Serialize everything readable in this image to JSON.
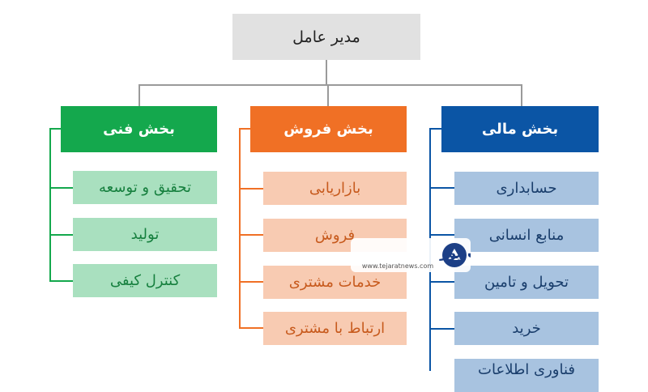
{
  "root": {
    "label": "مدیر عامل"
  },
  "departments": [
    {
      "title": "بخش مالی",
      "items": [
        "حسابداری",
        "منابع انسانی",
        "تحویل و تامین",
        "خرید",
        "فناوری اطلاعات"
      ]
    },
    {
      "title": "بخش فروش",
      "items": [
        "بازاریابی",
        "فروش",
        "خدمات مشتری",
        "ارتباط با مشتری"
      ]
    },
    {
      "title": "بخش فنی",
      "items": [
        "تحقیق و توسعه",
        "تولید",
        "کنترل کیفی"
      ]
    }
  ],
  "watermark": {
    "brand": "تجارت‌نیوز",
    "url": "www.tejaratnews.com"
  },
  "colors": {
    "finance": "#0b55a5",
    "sales": "#f07025",
    "technical": "#14a84d",
    "root": "#e1e1e1"
  }
}
